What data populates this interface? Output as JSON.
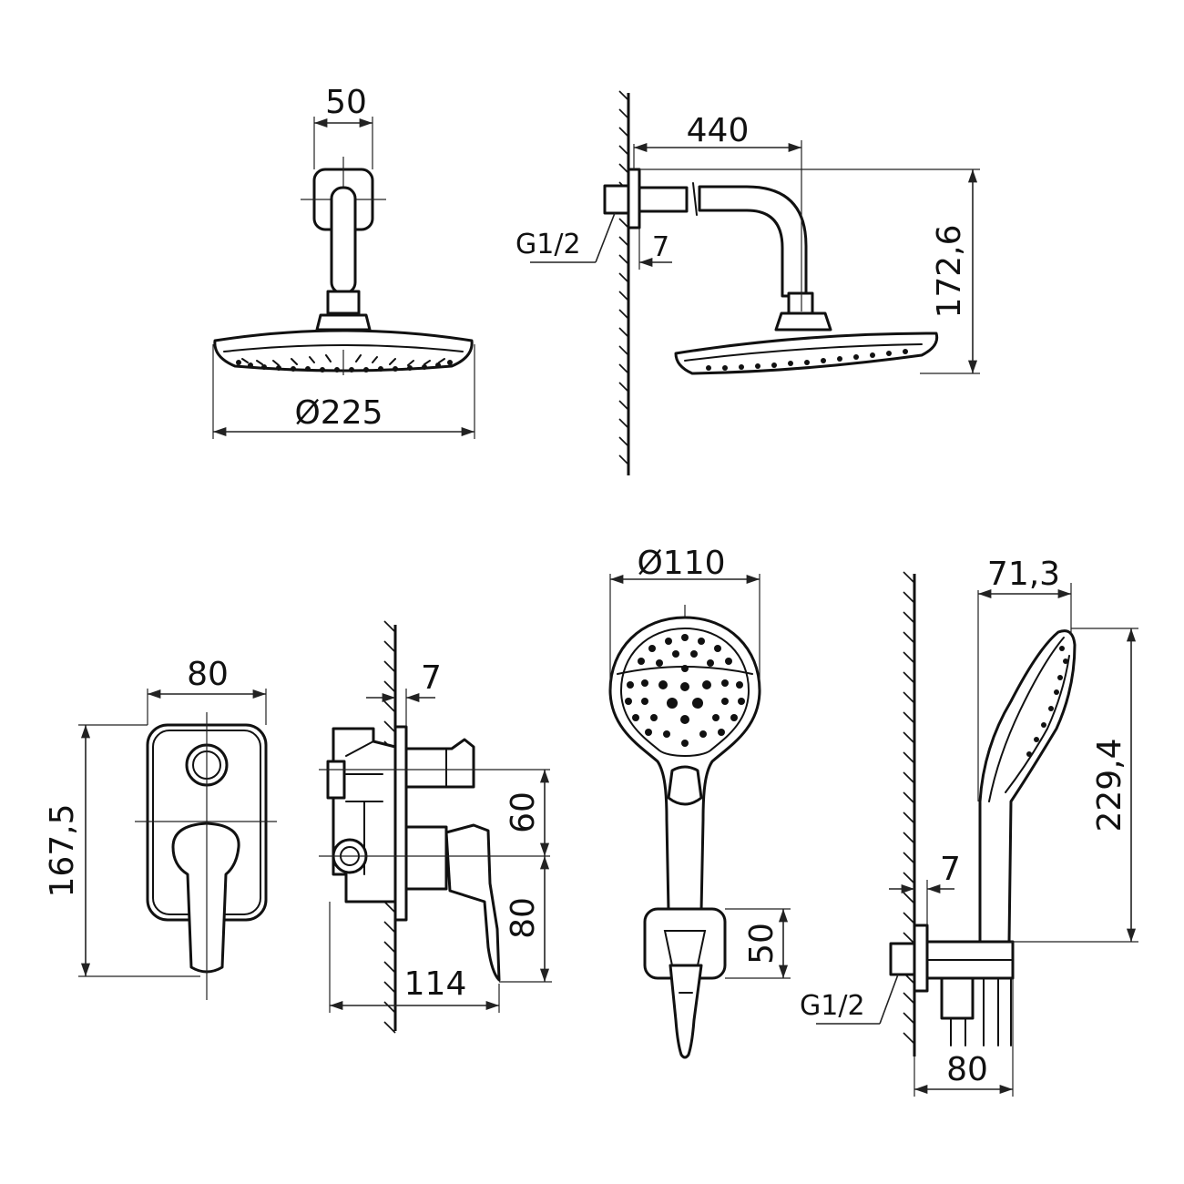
{
  "dimensions": {
    "overhead_arm_width": "50",
    "overhead_head_diameter": "Ø225",
    "arm_projection": "440",
    "arm_height": "172,6",
    "arm_thread": "G1/2",
    "arm_wall_gap": "7",
    "mixer_width": "80",
    "mixer_height": "167,5",
    "body_wall_gap": "7",
    "body_upper_offset": "60",
    "body_lower_offset": "80",
    "body_depth": "114",
    "hand_head_diameter": "Ø110",
    "hand_holder_height": "50",
    "hand_side_width": "71,3",
    "hand_side_height": "229,4",
    "holder_wall_gap": "7",
    "holder_thread": "G1/2",
    "holder_depth": "80"
  },
  "colors": {
    "line": "#111111",
    "background": "#ffffff"
  }
}
